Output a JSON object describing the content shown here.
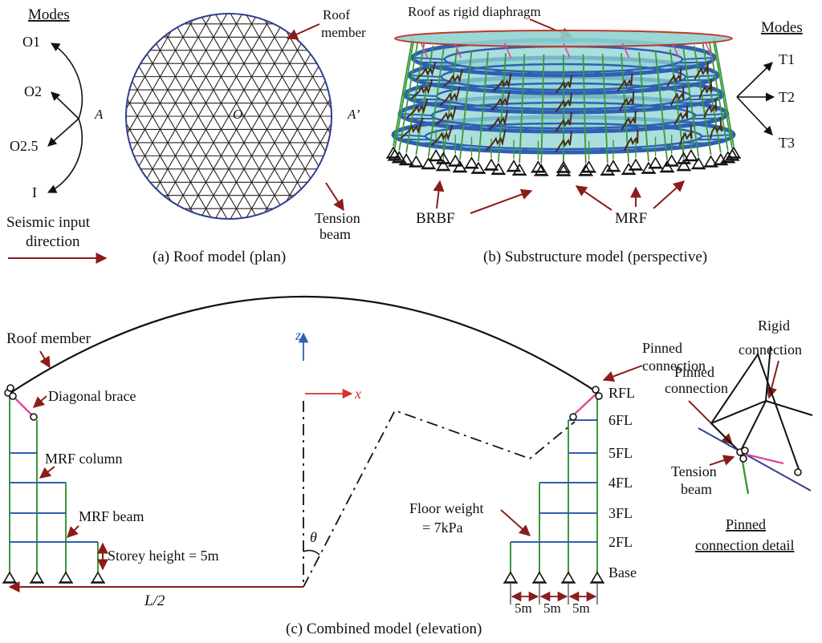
{
  "panel_a": {
    "modes_heading": "Modes",
    "modes": [
      "O1",
      "O2",
      "O2.5",
      "I"
    ],
    "point_A": "A",
    "point_O": "O",
    "point_A_prime": "A’",
    "roof_member_line1": "Roof",
    "roof_member_line2": "member",
    "tension_beam_line1": "Tension",
    "tension_beam_line2": "beam",
    "seismic_line1": "Seismic input",
    "seismic_line2": "direction",
    "caption": "(a) Roof model (plan)"
  },
  "panel_b": {
    "top_label": "Roof as rigid diaphragm",
    "modes_heading": "Modes",
    "modes": [
      "T1",
      "T2",
      "T3"
    ],
    "brbf_label": "BRBF",
    "mrf_label": "MRF",
    "caption": "(b) Substructure model (perspective)"
  },
  "panel_c": {
    "roof_member": "Roof member",
    "diagonal_brace": "Diagonal brace",
    "mrf_column": "MRF column",
    "mrf_beam": "MRF beam",
    "storey_height": "Storey height = 5m",
    "z_axis": "z",
    "x_axis": "x",
    "theta": "θ",
    "half_span": "L/2",
    "floor_weight_line1": "Floor weight",
    "floor_weight_line2": "= 7kPa",
    "floors": [
      "RFL",
      "6FL",
      "5FL",
      "4FL",
      "3FL",
      "2FL",
      "Base"
    ],
    "bay_widths": [
      "5m",
      "5m",
      "5m"
    ],
    "pinned_connection_line1": "Pinned",
    "pinned_connection_line2": "connection",
    "rigid_connection_line1": "Rigid",
    "rigid_connection_line2": "connection",
    "tension_beam_line1": "Tension",
    "tension_beam_line2": "beam",
    "detail_line1": "Pinned",
    "detail_line2": "connection detail",
    "caption": "(c) Combined model (elevation)"
  },
  "colors": {
    "brace": "#e0479a",
    "column": "#3a9a3a",
    "beam": "#2f5fb3",
    "arrow": "#8b1c1c",
    "axis": "#2f5fb3",
    "x_axis": "#d9302a",
    "diaphragm": "#8fd3d0"
  }
}
